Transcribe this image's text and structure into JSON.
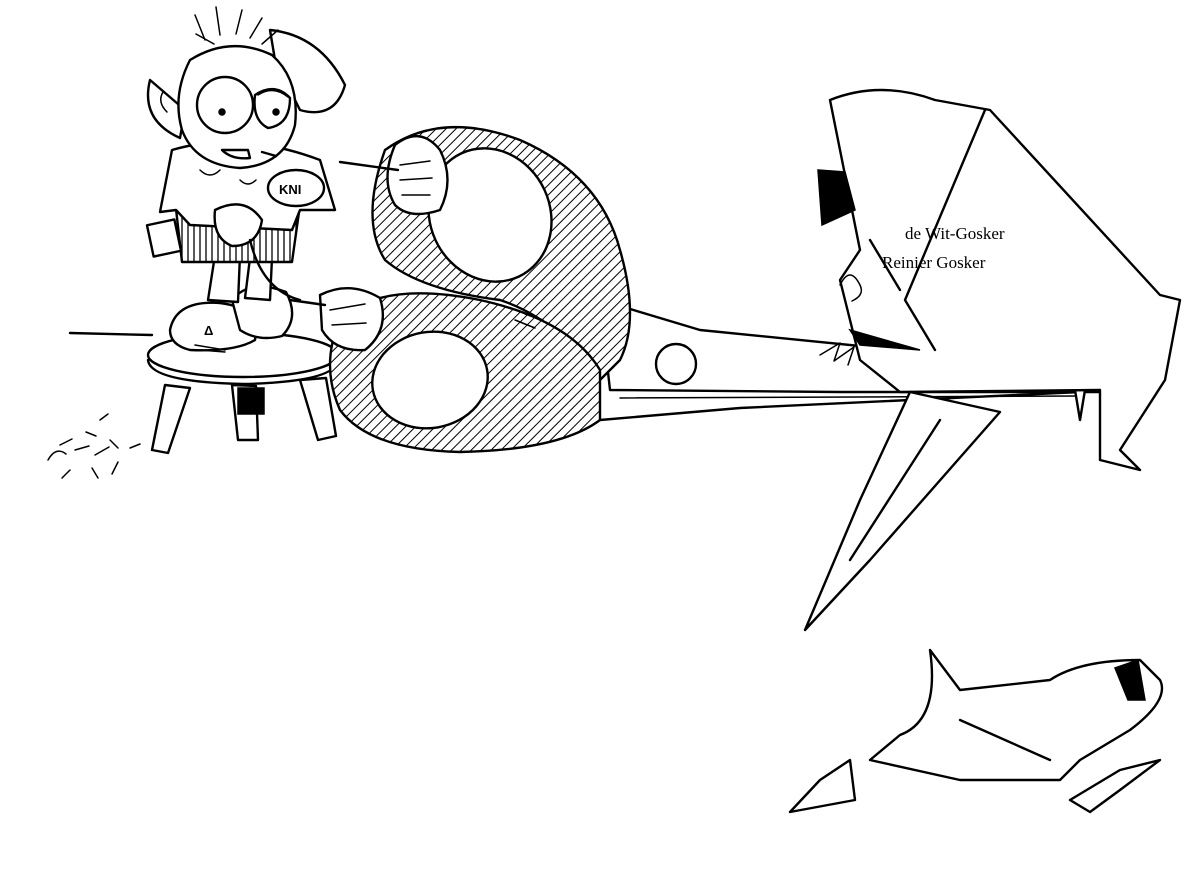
{
  "illustration": {
    "scroll_labels": [
      "de Wit-Gosker",
      "Reinier Gosker"
    ],
    "shirt_badge": "KNI",
    "shoe_mark": "Δ"
  }
}
